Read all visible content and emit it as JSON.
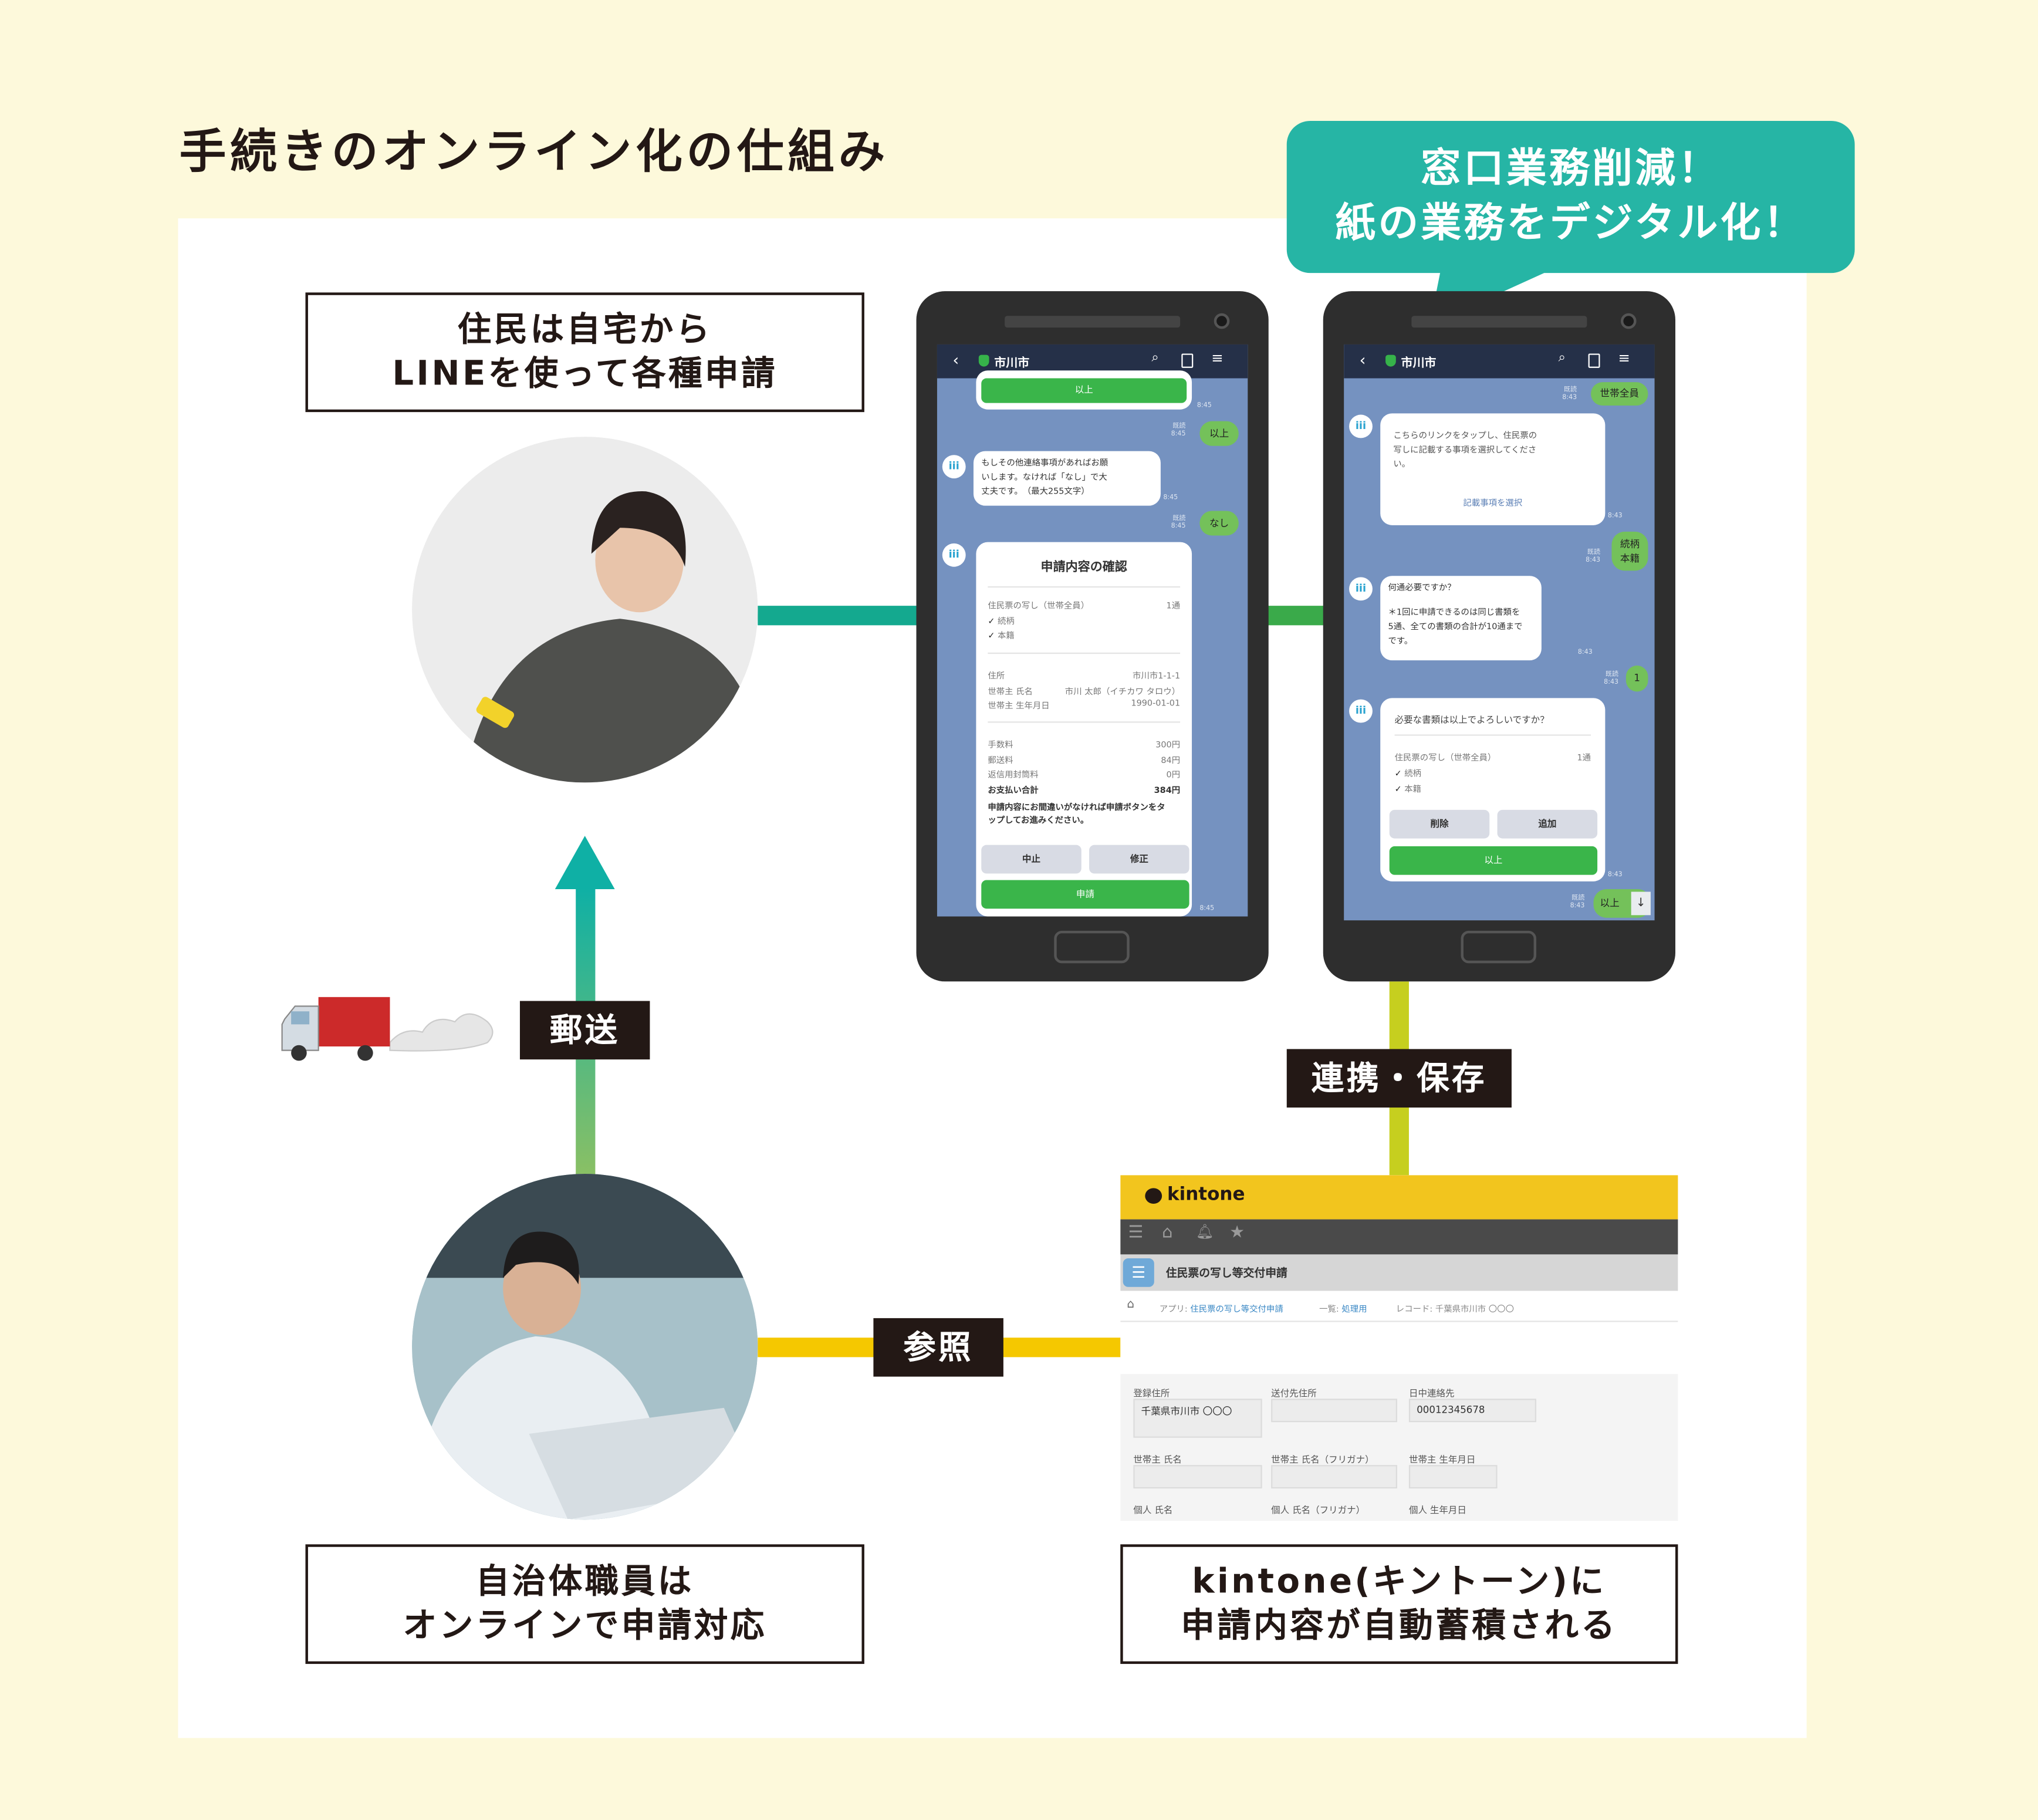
{
  "title": "手続きのオンライン化の仕組み",
  "callout": {
    "line1": "窓口業務削減！",
    "line2": "紙の業務をデジタル化！",
    "color": "#26b5a5"
  },
  "resident_box": {
    "line1": "住民は自宅から",
    "line2": "LINEを使って各種申請"
  },
  "staff_box": {
    "line1": "自治体職員は",
    "line2": "オンラインで申請対応"
  },
  "kintone_box": {
    "line1": "kintone(キントーン)に",
    "line2": "申請内容が自動蓄積される"
  },
  "labels": {
    "mail": "郵送",
    "link_save": "連携・保存",
    "reference": "参照"
  },
  "colors": {
    "teal_line": "#14a98f",
    "green_line": "#3aaa4a",
    "yellow_green_line": "#c6cf1f",
    "yellow_line": "#f5c800",
    "background": "#fdf9db"
  },
  "phone1": {
    "header": {
      "title": "市川市",
      "icons": [
        "back-icon",
        "shield-icon",
        "search-icon",
        "notes-icon",
        "menu-icon"
      ]
    },
    "top_button": "以上",
    "time_top": "8:45",
    "user_msg1": {
      "text": "以上",
      "read": "既読",
      "time": "8:45"
    },
    "bot_msg": {
      "lines": [
        "もしその他連絡事項があればお願",
        "いします。なければ「なし」で大",
        "丈夫です。　（最大255文字）"
      ],
      "time": "8:45"
    },
    "user_msg2": {
      "text": "なし",
      "read": "既読",
      "time": "8:45"
    },
    "card": {
      "title": "申請内容の確認",
      "item": "住民票の写し（世帯全員）",
      "item_count": "1通",
      "checks": [
        "続柄",
        "本籍"
      ],
      "info": [
        [
          "住所",
          "市川市1-1-1"
        ],
        [
          "世帯主 氏名",
          "市川 太郎（イチカワ タロウ）"
        ],
        [
          "世帯主 生年月日",
          "1990-01-01"
        ]
      ],
      "fees": [
        [
          "手数料",
          "300円"
        ],
        [
          "郵送料",
          "84円"
        ],
        [
          "返信用封筒料",
          "0円"
        ],
        [
          "お支払い合計",
          "384円"
        ]
      ],
      "note": [
        "申請内容にお間違いがなければ申請ボタンをタ",
        "ップしてお進みください。"
      ],
      "cancel": "中止",
      "edit": "修正",
      "submit": "申請",
      "time": "8:45"
    }
  },
  "phone2": {
    "header": {
      "title": "市川市"
    },
    "user_msg1": {
      "text": "世帯全員",
      "read": "既読",
      "time": "8:43"
    },
    "bot_card1": {
      "lines": [
        "こちらのリンクをタップし、住民票の",
        "写しに記載する事項を選択してくださ",
        "い。"
      ],
      "link": "記載事項を選択",
      "time": "8:43"
    },
    "user_msg2": {
      "line1": "続柄",
      "line2": "本籍",
      "read": "既読",
      "time": "8:43"
    },
    "bot_msg2": {
      "line1": "何通必要ですか？",
      "lines": [
        "＊1回に申請できるのは同じ書類を",
        "5通、全ての書類の合計が10通まで",
        "です。"
      ],
      "time": "8:43"
    },
    "user_msg3": {
      "text": "1",
      "read": "既読",
      "time": "8:43"
    },
    "bot_card2": {
      "title": "必要な書類は以上でよろしいですか？",
      "item": "住民票の写し（世帯全員）",
      "item_count": "1通",
      "checks": [
        "続柄",
        "本籍"
      ],
      "delete": "削除",
      "add": "追加",
      "done": "以上",
      "time": "8:43"
    },
    "user_msg4": {
      "text": "以上",
      "read": "既読",
      "time": "8:43"
    }
  },
  "kintone": {
    "logo": "kintone",
    "app_title": "住民票の写し等交付申請",
    "breadcrumb": {
      "app_label": "アプリ:",
      "app": "住民票の写し等交付申請",
      "view_label": "一覧:",
      "view": "処理用",
      "record": "レコード: 千葉県市川市 〇〇〇"
    },
    "fields": [
      {
        "label": "登録住所",
        "value": "千葉県市川市 〇〇〇"
      },
      {
        "label": "送付先住所",
        "value": ""
      },
      {
        "label": "日中連絡先",
        "value": "00012345678"
      },
      {
        "label": "世帯主 氏名",
        "value": ""
      },
      {
        "label": "世帯主 氏名（フリガナ）",
        "value": ""
      },
      {
        "label": "世帯主 生年月日",
        "value": ""
      },
      {
        "label": "個人 氏名"
      },
      {
        "label": "個人 氏名（フリガナ）"
      },
      {
        "label": "個人 生年月日"
      }
    ]
  }
}
